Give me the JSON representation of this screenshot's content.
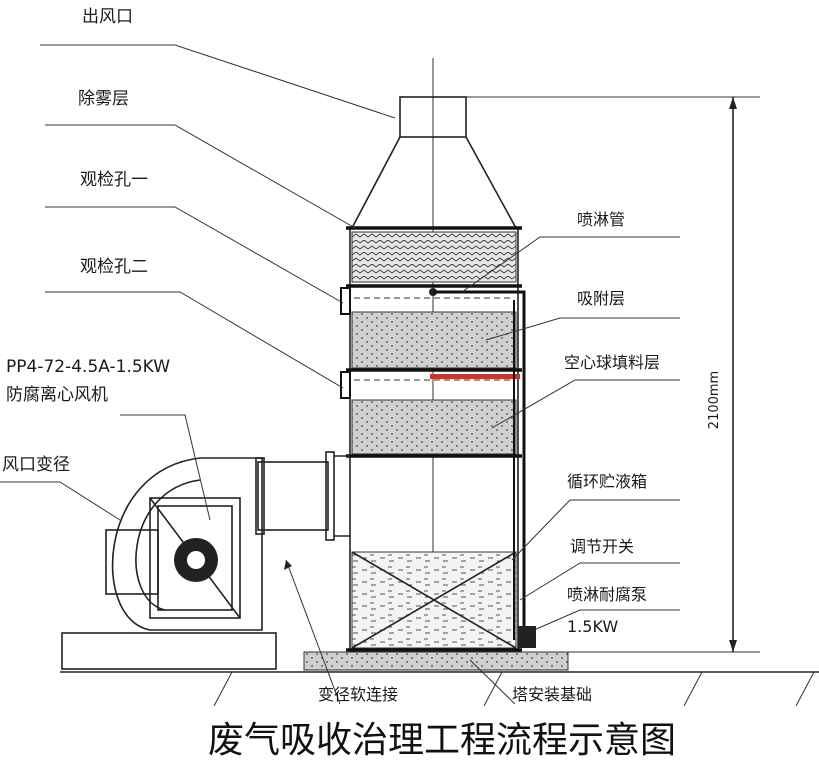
{
  "labels": {
    "outlet": "出风口",
    "demister": "除雾层",
    "inspection_hole_1": "观检孔一",
    "inspection_hole_2": "观检孔二",
    "fan_model": "PP4-72-4.5A-1.5KW",
    "fan_name": "防腐离心风机",
    "air_inlet_reducer": "风口变径",
    "spray_pipe": "喷淋管",
    "absorption_layer": "吸附层",
    "hollow_ball_packing": "空心球填料层",
    "circulation_tank": "循环贮液箱",
    "regulating_switch": "调节开关",
    "pump": "喷淋耐腐泵",
    "pump_power": "1.5KW",
    "reducer_soft_joint": "变径软连接",
    "installation_foundation": "塔安装基础",
    "height_dimension": "2100mm"
  },
  "caption": "废气吸收治理工程流程示意图",
  "colors": {
    "ink": "#1a1a1a",
    "background": "#ffffff",
    "highlight_pipe": "#c0392b",
    "packing_fill": "#d9d9d9"
  }
}
